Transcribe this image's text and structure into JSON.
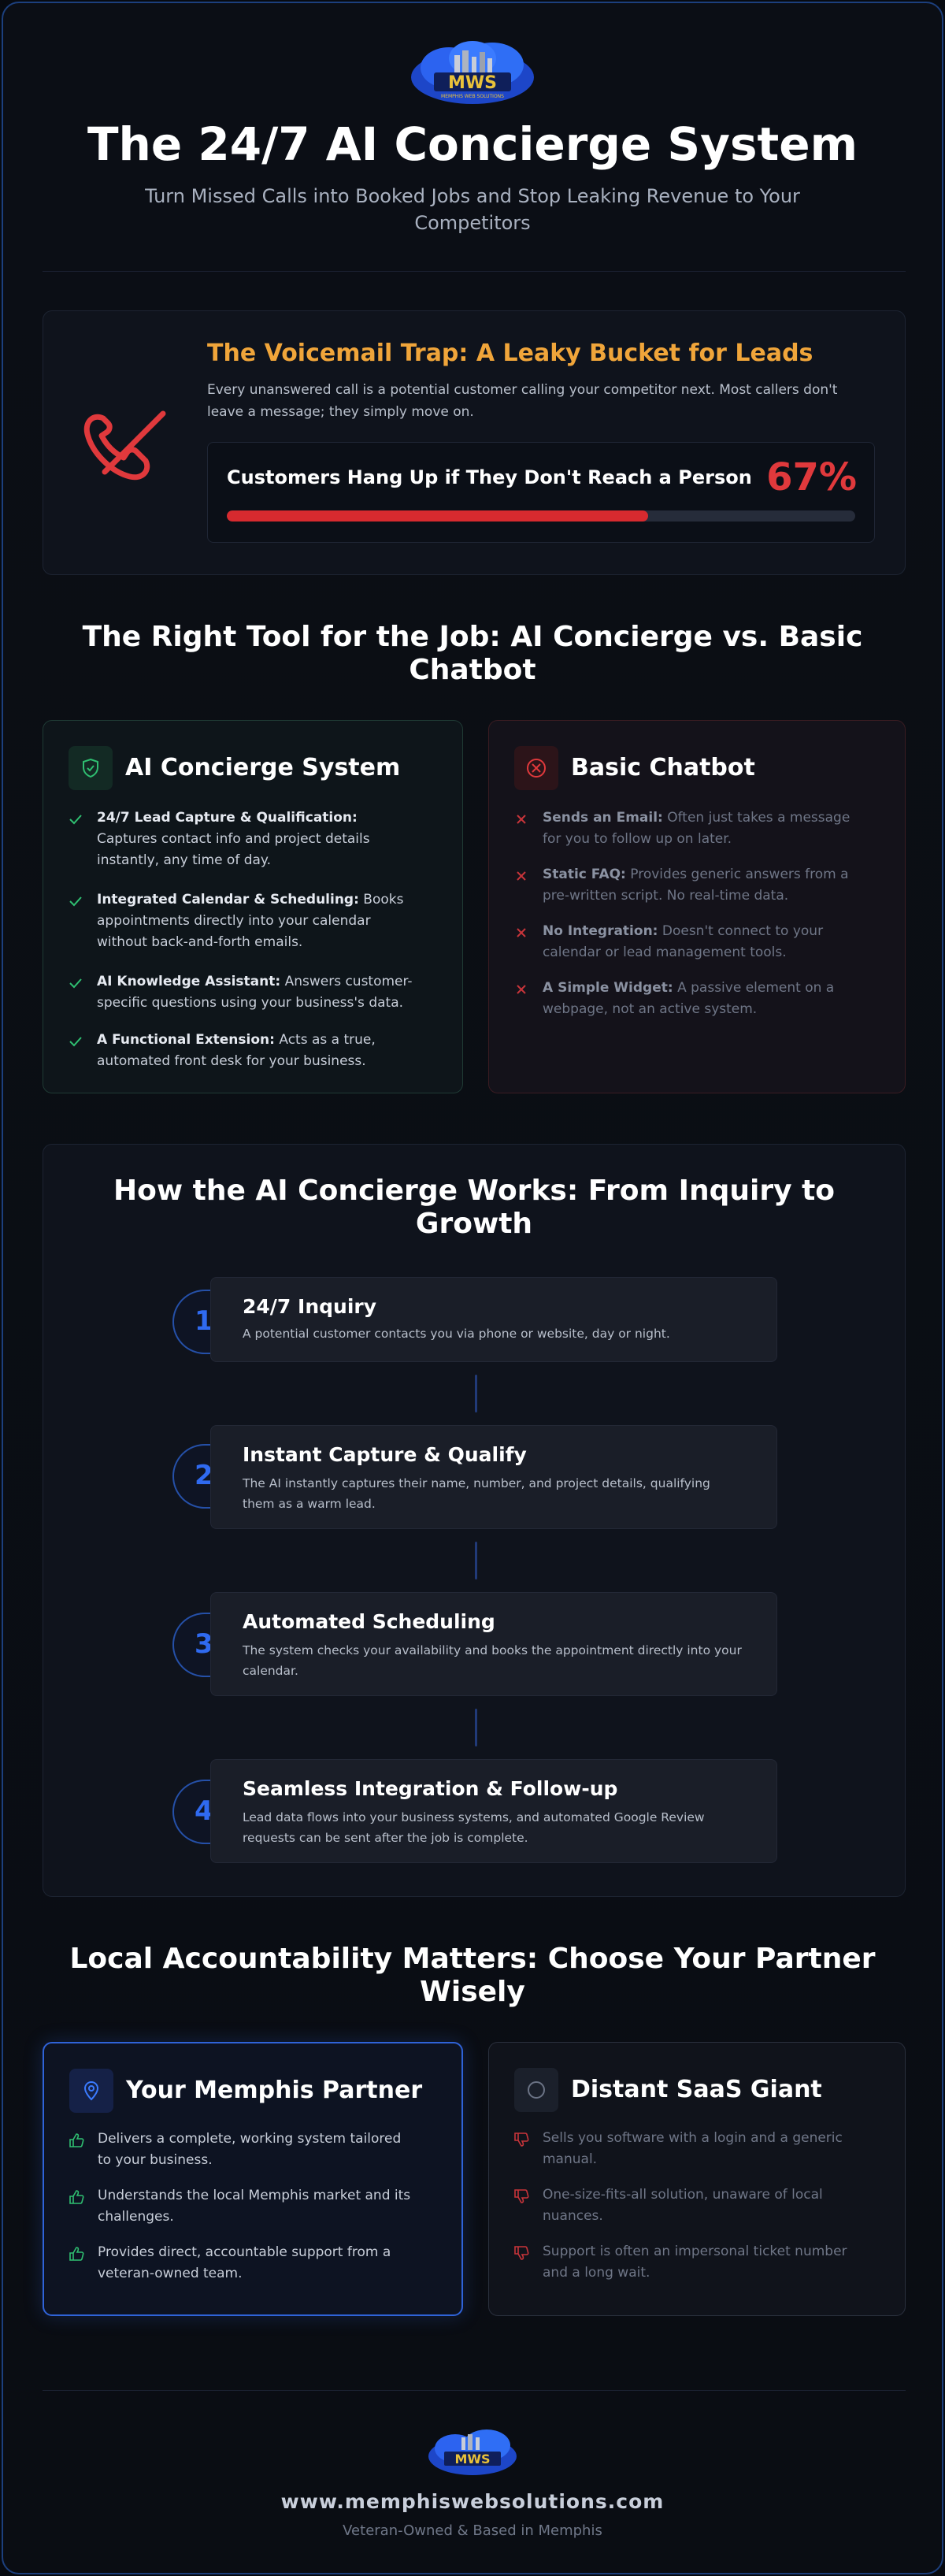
{
  "header": {
    "logo_text": "MWS",
    "logo_subtext": "MEMPHIS WEB SOLUTIONS",
    "title": "The 24/7 AI Concierge System",
    "subtitle_line1": "Turn Missed Calls into Booked Jobs and Stop Leaking Revenue to Your",
    "subtitle_line2": "Competitors"
  },
  "voicemail": {
    "icon": "missed-call-icon",
    "title": "The Voicemail Trap: A Leaky Bucket for Leads",
    "text_line1": "Every unanswered call is a potential customer calling your competitor next. Most callers don't",
    "text_line2": "leave a message; they simply move on.",
    "stat_label": "Customers Hang Up if They Don't Reach a Person",
    "stat_value": "67%",
    "stat_fraction": 0.67,
    "accent": "#f0a53a",
    "alert": "#e0393c"
  },
  "comparison": {
    "heading_line1": "The Right Tool for the Job: AI Concierge vs. Basic",
    "heading_line2": "Chatbot",
    "concierge": {
      "icon": "shield-check-icon",
      "title": "AI Concierge System",
      "items": [
        {
          "bold": "24/7 Lead Capture & Qualification:",
          "l1": "",
          "l2": "Captures contact info and project details",
          "l3": "instantly, any time of day."
        },
        {
          "bold": "Integrated Calendar & Scheduling:",
          "l1": " Books",
          "l2": "appointments directly into your calendar",
          "l3": "without back-and-forth emails."
        },
        {
          "bold": "AI Knowledge Assistant:",
          "l1": " Answers customer-",
          "l2": "specific questions using your business's data.",
          "l3": ""
        },
        {
          "bold": "A Functional Extension:",
          "l1": " Acts as a true,",
          "l2": "automated front desk for your business.",
          "l3": ""
        }
      ]
    },
    "chatbot": {
      "icon": "x-circle-icon",
      "title": "Basic Chatbot",
      "items": [
        {
          "bold": "Sends an Email:",
          "l1": " Often just takes a message",
          "l2": "for you to follow up on later."
        },
        {
          "bold": "Static FAQ:",
          "l1": " Provides generic answers from a",
          "l2": "pre-written script. No real-time data."
        },
        {
          "bold": "No Integration:",
          "l1": " Doesn't connect to your",
          "l2": "calendar or lead management tools."
        },
        {
          "bold": "A Simple Widget:",
          "l1": " A passive element on a",
          "l2": "webpage, not an active system."
        }
      ]
    }
  },
  "process": {
    "heading_line1": "How the AI Concierge Works: From Inquiry to",
    "heading_line2": "Growth",
    "steps": [
      {
        "num": "1",
        "title": "24/7 Inquiry",
        "l1": "A potential customer contacts you via phone or website, day or night.",
        "l2": ""
      },
      {
        "num": "2",
        "title": "Instant Capture & Qualify",
        "l1": "The AI instantly captures their name, number, and project details, qualifying",
        "l2": "them as a warm lead."
      },
      {
        "num": "3",
        "title": "Automated Scheduling",
        "l1": "The system checks your availability and books the appointment directly into your",
        "l2": "calendar."
      },
      {
        "num": "4",
        "title": "Seamless Integration & Follow-up",
        "l1": "Lead data flows into your business systems, and automated Google Review",
        "l2": "requests can be sent after the job is complete."
      }
    ]
  },
  "partner": {
    "heading_line1": "Local Accountability Matters: Choose Your Partner",
    "heading_line2": "Wisely",
    "local": {
      "icon": "map-pin-icon",
      "title": "Your Memphis Partner",
      "items": [
        {
          "l1": "Delivers a complete, working system tailored",
          "l2": "to your business."
        },
        {
          "l1": "Understands the local Memphis market and its",
          "l2": "challenges."
        },
        {
          "l1": "Provides direct, accountable support from a",
          "l2": "veteran-owned team."
        }
      ]
    },
    "saas": {
      "icon": "circle-icon",
      "title": "Distant SaaS Giant",
      "items": [
        {
          "l1": "Sells you software with a login and a generic",
          "l2": "manual."
        },
        {
          "l1": "One-size-fits-all solution, unaware of local",
          "l2": "nuances."
        },
        {
          "l1": "Support is often an impersonal ticket number",
          "l2": "and a long wait."
        }
      ]
    }
  },
  "footer": {
    "logo_text": "MWS",
    "url": "www.memphiswebsolutions.com",
    "tagline": "Veteran-Owned & Based in Memphis"
  }
}
